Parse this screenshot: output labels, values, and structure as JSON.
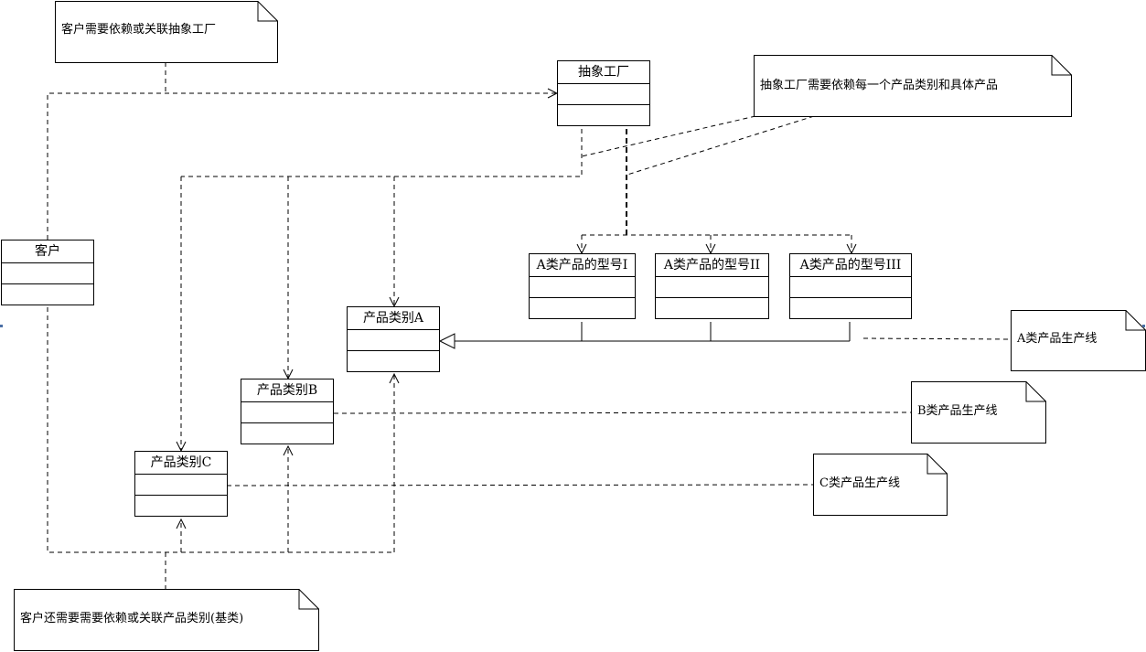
{
  "classes": {
    "abstract_factory": "抽象工厂",
    "client": "客户",
    "category_a": "产品类别A",
    "category_b": "产品类别B",
    "category_c": "产品类别C",
    "model_1": "A类产品的型号I",
    "model_2": "A类产品的型号II",
    "model_3": "A类产品的型号III"
  },
  "notes": {
    "client_depends_factory": "客户需要依赖或关联抽象工厂",
    "factory_depends_all": "抽象工厂需要依赖每一个产品类别和具体产品",
    "line_a": "A类产品生产线",
    "line_b": "B类产品生产线",
    "line_c": "C类产品生产线",
    "client_depends_categories": "客户还需要需要依赖或关联产品类别(基类)"
  }
}
